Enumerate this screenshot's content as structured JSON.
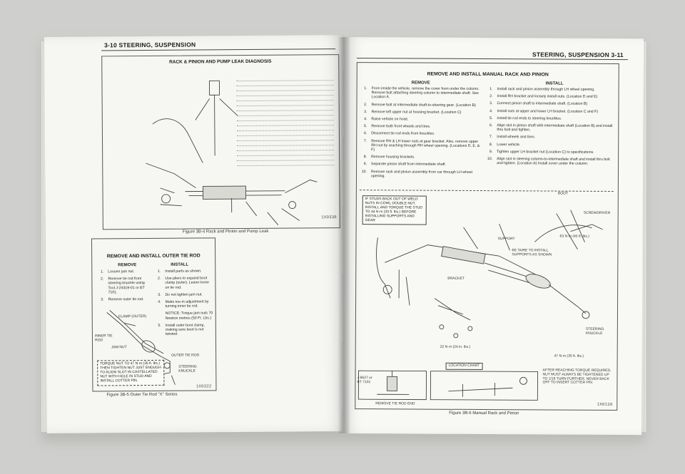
{
  "left_page": {
    "header": "3-10 STEERING, SUSPENSION",
    "leak_diagnosis": {
      "title": "RACK & PINION AND PUMP LEAK DIAGNOSIS",
      "caption": "Figure 3B-4 Rack and Pinion and Pump Leak",
      "code": "1X0338"
    },
    "outer_tie_rod": {
      "title": "REMOVE AND INSTALL OUTER TIE ROD",
      "remove_head": "REMOVE",
      "install_head": "INSTALL",
      "remove_steps": [
        {
          "n": "1.",
          "text": "Loosen jam nut."
        },
        {
          "n": "2.",
          "text": "Remove tie rod from steering knuckle using Tool J-24319-01 or BT 7101."
        },
        {
          "n": "3.",
          "text": "Remove outer tie rod."
        }
      ],
      "install_steps": [
        {
          "n": "1.",
          "text": "Install parts as shown."
        },
        {
          "n": "2.",
          "text": "Use pliers to expand boot clamp (outer). Leave loose on tie rod."
        },
        {
          "n": "3.",
          "text": "Do not tighten jam nut."
        },
        {
          "n": "4.",
          "text": "Make toe-in adjustment by turning inner tie rod."
        },
        {
          "n": "",
          "text": "NOTICE: Torque jam nuts 70 Newton metres (50 Ft. Lbs.)"
        },
        {
          "n": "5.",
          "text": "Install outer boot clamp, making sure boot is not twisted."
        }
      ],
      "labels": {
        "clamp": "CLAMP (OUTER)",
        "inner_tie_rod": "INNER TIE ROD",
        "jam_nut": "JAM NUT",
        "outer_tie_rod": "OUTER TIE ROD",
        "steering_knuckle": "STEERING KNUCKLE"
      },
      "torque_note": "TORQUE NUT TO 47 N·m (35 ft. lbs.) THEN TIGHTEN NUT JUST ENOUGH TO ALIGN SLOT IN CASTELLATED NUT WITH HOLE IN STUD AND INSTALL COTTER PIN.",
      "code": "1X0322",
      "caption": "Figure 3B-5 Outer Tie Rod \"X\" Series"
    }
  },
  "right_page": {
    "header": "STEERING, SUSPENSION 3-11",
    "manual_rack": {
      "title": "REMOVE AND INSTALL MANUAL RACK AND PINION",
      "remove_head": "REMOVE",
      "install_head": "INSTALL",
      "remove_steps": [
        {
          "n": "1.",
          "text": "From inside the vehicle, remove the cover from under the column. Remove bolt attaching steering column to intermediate shaft. See Location A."
        },
        {
          "n": "2.",
          "text": "Remove bolt at intermediate shaft-to-steering gear. (Location B)"
        },
        {
          "n": "3.",
          "text": "Remove left upper nut at housing bracket. (Location C)"
        },
        {
          "n": "4.",
          "text": "Raise vehicle on hoist."
        },
        {
          "n": "5.",
          "text": "Remove both front wheels and tires."
        },
        {
          "n": "6.",
          "text": "Disconnect tie rod ends from knuckles."
        },
        {
          "n": "7.",
          "text": "Remove RH & LH lower nuts at gear bracket. Also, remove upper RH nut by reaching through RH wheel opening. (Locations D, E, & F)"
        },
        {
          "n": "8.",
          "text": "Remove housing brackets."
        },
        {
          "n": "9.",
          "text": "Separate pinion shaft from intermediate shaft."
        },
        {
          "n": "10.",
          "text": "Remove rack and pinion assembly from car through LH wheel opening."
        }
      ],
      "install_steps": [
        {
          "n": "1.",
          "text": "Install rack and pinion assembly through LH wheel opening."
        },
        {
          "n": "2.",
          "text": "Install RH bracket and loosely install nuts. (Location D and E)"
        },
        {
          "n": "3.",
          "text": "Connect pinion shaft to intermediate shaft. (Location B)"
        },
        {
          "n": "4.",
          "text": "Install nuts at upper and lower LH bracket. (Location C and F)"
        },
        {
          "n": "5.",
          "text": "Install tie rod ends to steering knuckles."
        },
        {
          "n": "6.",
          "text": "Align slot in pinion shaft with intermediate shaft (Location B) and install thru bolt and tighten."
        },
        {
          "n": "7.",
          "text": "Install wheels and tires."
        },
        {
          "n": "8.",
          "text": "Lower vehicle."
        },
        {
          "n": "9.",
          "text": "Tighten upper LH bracket nut (Location C) to specifications."
        },
        {
          "n": "10.",
          "text": "Align slot in steering column-to-intermediate shaft and install thru bolt and tighten. (Location A) Install cover under the column."
        }
      ],
      "note_box": "IF STUDS BACK OUT OF WELD NUTS IN COWL DOUBLE NUT, INSTALL AND TORQUE THE STUD TO 44 N·m (33 ft. lbs.) BEFORE INSTALLING SUPPORTS AND GEAR",
      "labels": {
        "boot": "BOOT",
        "screwdriver": "SCREWDRIVER",
        "support": "SUPPORT",
        "be_sure": "BE SURE TO INSTALL SUPPORTS AS SHOWN",
        "bracket": "BRACKET",
        "torque_63": "63 N·m (45 ft. lbs.)",
        "torque_22": "22 N·m (24 in. lbs.)",
        "torque_47": "47 N·m (35 ft. lbs.)",
        "steering_knuckle": "STEERING KNUCKLE",
        "tool": "J-6627 or BT 7101",
        "remove_tie_rod_end": "REMOVE TIE ROD END",
        "location_chart": "LOCATION CHART",
        "after_torque": "AFTER REACHING TORQUE REQUIRED, NUT MUST ALWAYS BE TIGHTENED UP TO 1/16 TURN FURTHER. NEVER BACK OFF TO INSERT COTTER PIN."
      },
      "caption": "Figure 3B-6 Manual Rack and Pinion",
      "code": "1X0139"
    }
  }
}
